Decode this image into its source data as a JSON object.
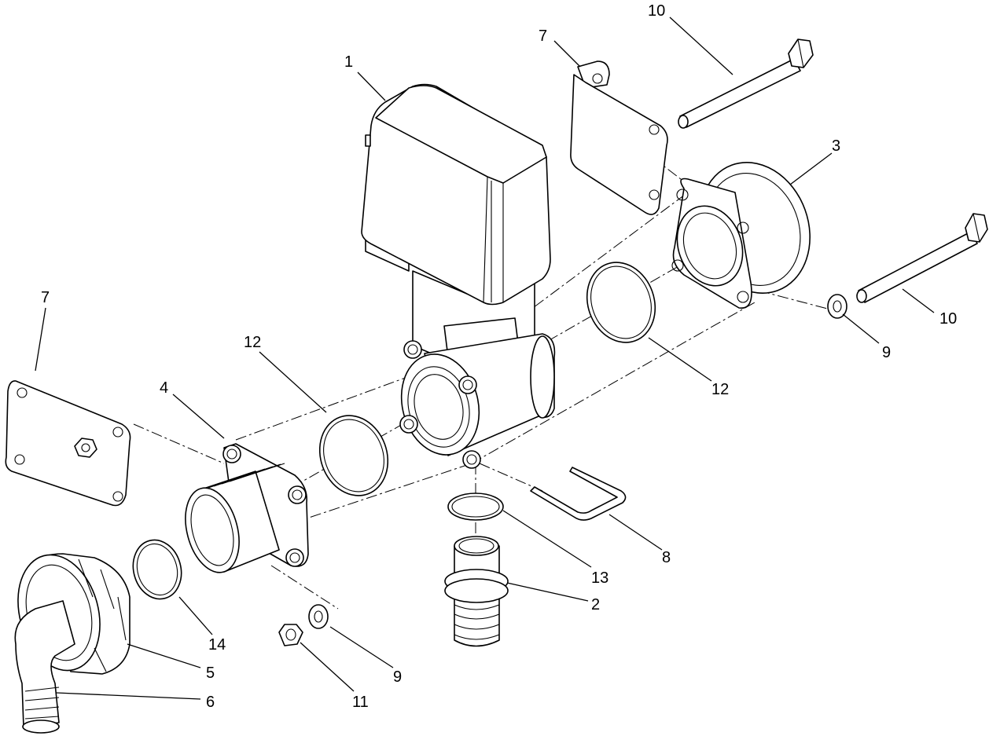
{
  "callouts": {
    "c1": "1",
    "c2": "2",
    "c3": "3",
    "c4": "4",
    "c5": "5",
    "c6": "6",
    "c7a": "7",
    "c7b": "7",
    "c8": "8",
    "c9a": "9",
    "c9b": "9",
    "c10a": "10",
    "c10b": "10",
    "c11": "11",
    "c12a": "12",
    "c12b": "12",
    "c13": "13",
    "c14": "14"
  }
}
